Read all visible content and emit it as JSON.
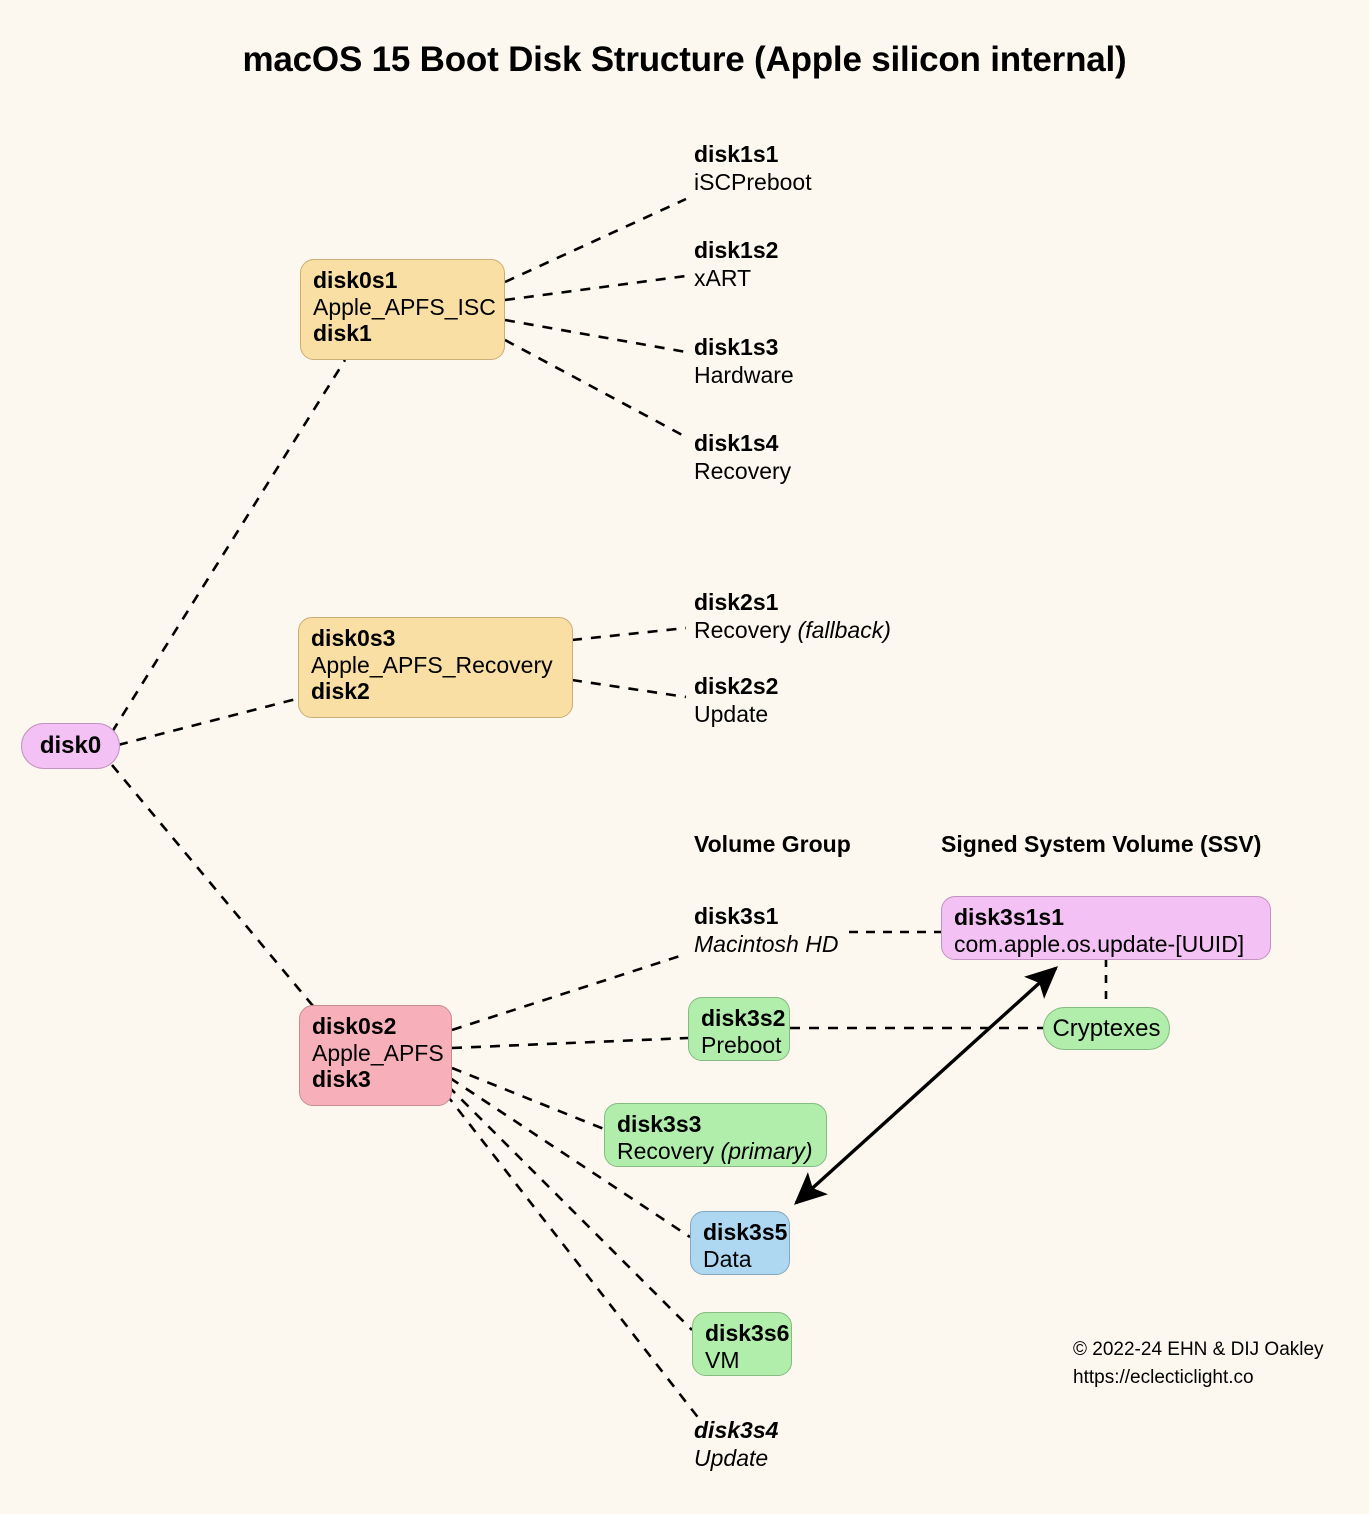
{
  "title": "macOS 15 Boot Disk Structure (Apple silicon internal)",
  "colors": {
    "background": "#fdf8ef",
    "orange": "#f9dfa4",
    "pink": "#f7b0b9",
    "purple": "#f3c1f3",
    "green": "#b1eeac",
    "blue": "#aed8f2",
    "text": "#000000",
    "edge": "#000000"
  },
  "root": {
    "label": "disk0"
  },
  "containers": {
    "isc": {
      "partition": "disk0s1",
      "scheme": "Apple_APFS_ISC",
      "synth": "disk1"
    },
    "recovery": {
      "partition": "disk0s3",
      "scheme": "Apple_APFS_Recovery",
      "synth": "disk2"
    },
    "main": {
      "partition": "disk0s2",
      "scheme": "Apple_APFS",
      "synth": "disk3"
    }
  },
  "group_headers": {
    "volume_group": "Volume Group",
    "ssv": "Signed System Volume (SSV)"
  },
  "disk1_volumes": [
    {
      "id": "disk1s1",
      "name": "iSCPreboot"
    },
    {
      "id": "disk1s2",
      "name": "xART"
    },
    {
      "id": "disk1s3",
      "name": "Hardware"
    },
    {
      "id": "disk1s4",
      "name": "Recovery"
    }
  ],
  "disk2_volumes": [
    {
      "id": "disk2s1",
      "name": "Recovery ",
      "note": "(fallback)"
    },
    {
      "id": "disk2s2",
      "name": "Update",
      "note": ""
    }
  ],
  "disk3_volumes": [
    {
      "id": "disk3s1",
      "name": "Macintosh HD",
      "note": "",
      "style": "plain-italic"
    },
    {
      "id": "disk3s2",
      "name": "Preboot",
      "note": "",
      "style": "green"
    },
    {
      "id": "disk3s3",
      "name": "Recovery ",
      "note": "(primary)",
      "style": "green"
    },
    {
      "id": "disk3s5",
      "name": "Data",
      "note": "",
      "style": "blue"
    },
    {
      "id": "disk3s6",
      "name": "VM",
      "note": "",
      "style": "green"
    },
    {
      "id": "disk3s4",
      "name": "Update",
      "note": "",
      "style": "plain-bold-italic"
    }
  ],
  "ssv": {
    "id": "disk3s1s1",
    "name": "com.apple.os.update-[UUID]"
  },
  "cryptexes": {
    "label": "Cryptexes"
  },
  "credit": {
    "line1": "© 2022-24 EHN & DIJ Oakley",
    "line2": "https://eclecticlight.co"
  }
}
